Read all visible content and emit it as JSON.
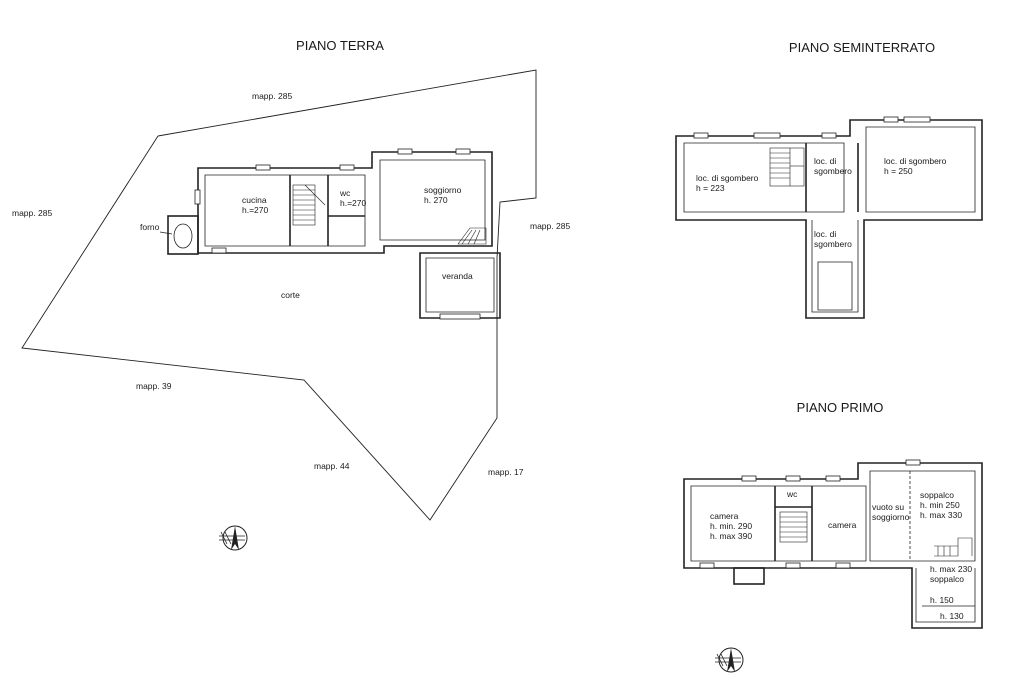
{
  "titles": {
    "ground": "PIANO TERRA",
    "basement": "PIANO SEMINTERRATO",
    "first": "PIANO PRIMO"
  },
  "ground": {
    "parcels": {
      "top": "mapp. 285",
      "left": "mapp. 285",
      "right": "mapp. 285",
      "bottom_left": "mapp. 39",
      "bottom_mid": "mapp. 44",
      "bottom_right": "mapp. 17"
    },
    "rooms": {
      "forno": "forno",
      "cucina_name": "cucina",
      "cucina_h": "h.=270",
      "wc_name": "wc",
      "wc_h": "h.=270",
      "soggiorno_name": "soggiorno",
      "soggiorno_h": "h. 270",
      "veranda": "veranda",
      "corte": "corte"
    }
  },
  "basement": {
    "rooms": {
      "left_name": "loc. di sgombero",
      "left_h": "h = 223",
      "mid1": "loc. di",
      "mid2": "sgombero",
      "right_name": "loc. di sgombero",
      "right_h": "h = 250",
      "low1": "loc. di",
      "low2": "sgombero"
    }
  },
  "first": {
    "rooms": {
      "camera1": "camera",
      "camera1_hmin": "h. min. 290",
      "camera1_hmax": "h. max 390",
      "wc": "wc",
      "camera2": "camera",
      "vuoto1": "vuoto su",
      "vuoto2": "soggiorno",
      "soppalco1": "soppalco",
      "soppalco_hmin": "h. min 250",
      "soppalco_hmax": "h. max 330",
      "hmax230": "h. max 230",
      "soppalco2": "soppalco",
      "h150": "h. 150",
      "h130": "h. 130"
    }
  },
  "icons": [
    "north-arrow-icon",
    "north-arrow-icon"
  ]
}
